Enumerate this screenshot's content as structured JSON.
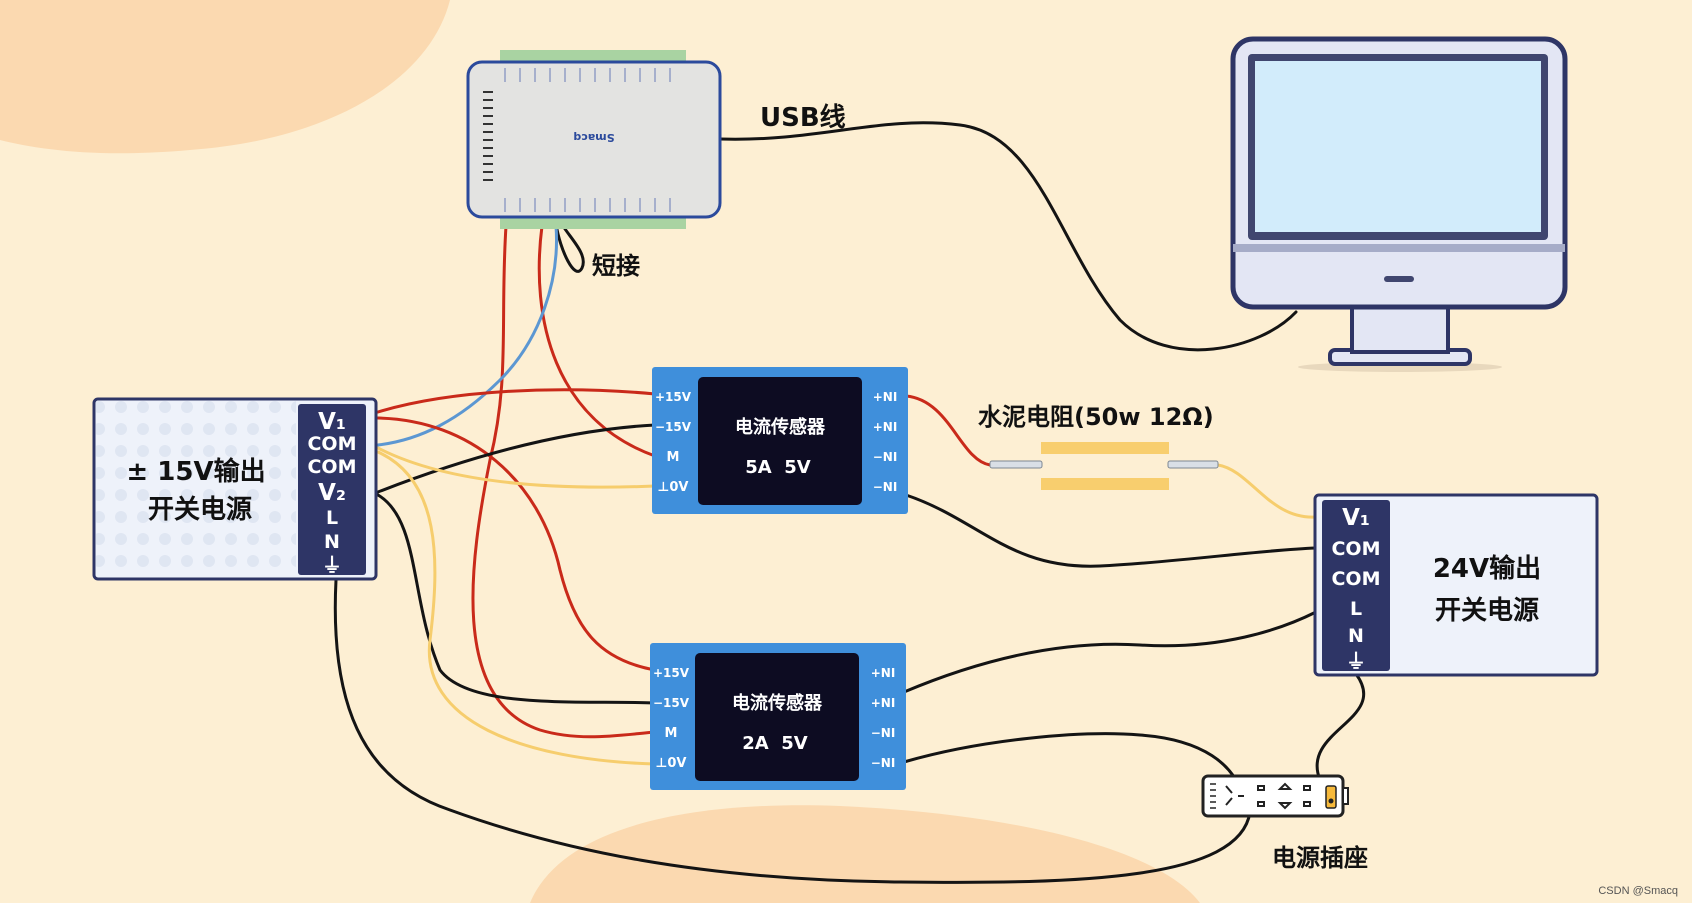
{
  "colors": {
    "background": "#fdefd3",
    "blob": "#fbd9b0",
    "sensor_blue": "#3f8fdb",
    "panel_navy": "#2e3566",
    "wire_red": "#c92a1a",
    "wire_black": "#141414",
    "wire_yellow": "#f6cd6d",
    "wire_blue": "#5c97d2"
  },
  "labels": {
    "usb": "USB线",
    "short": "短接",
    "resistor": "水泥电阻(50w 12Ω)",
    "socket": "电源插座",
    "watermark": "CSDN @Smacq"
  },
  "daq": {
    "brand": "Smacq"
  },
  "psu15": {
    "title_line1": "± 15V输出",
    "title_line2": "开关电源",
    "terminals": [
      "V₁",
      "COM",
      "COM",
      "V₂",
      "L",
      "N",
      "⏚"
    ]
  },
  "psu24": {
    "title_line1": "24V输出",
    "title_line2": "开关电源",
    "terminals": [
      "V₁",
      "COM",
      "COM",
      "L",
      "N",
      "⏚"
    ]
  },
  "sensor1": {
    "name": "电流传感器",
    "rating": "5A  5V",
    "left_pins": [
      "+15V",
      "−15V",
      "M",
      "⊥0V"
    ],
    "right_pins": [
      "+NI",
      "+NI",
      "−NI",
      "−NI"
    ]
  },
  "sensor2": {
    "name": "电流传感器",
    "rating": "2A  5V",
    "left_pins": [
      "+15V",
      "−15V",
      "M",
      "⊥0V"
    ],
    "right_pins": [
      "+NI",
      "+NI",
      "−NI",
      "−NI"
    ]
  }
}
